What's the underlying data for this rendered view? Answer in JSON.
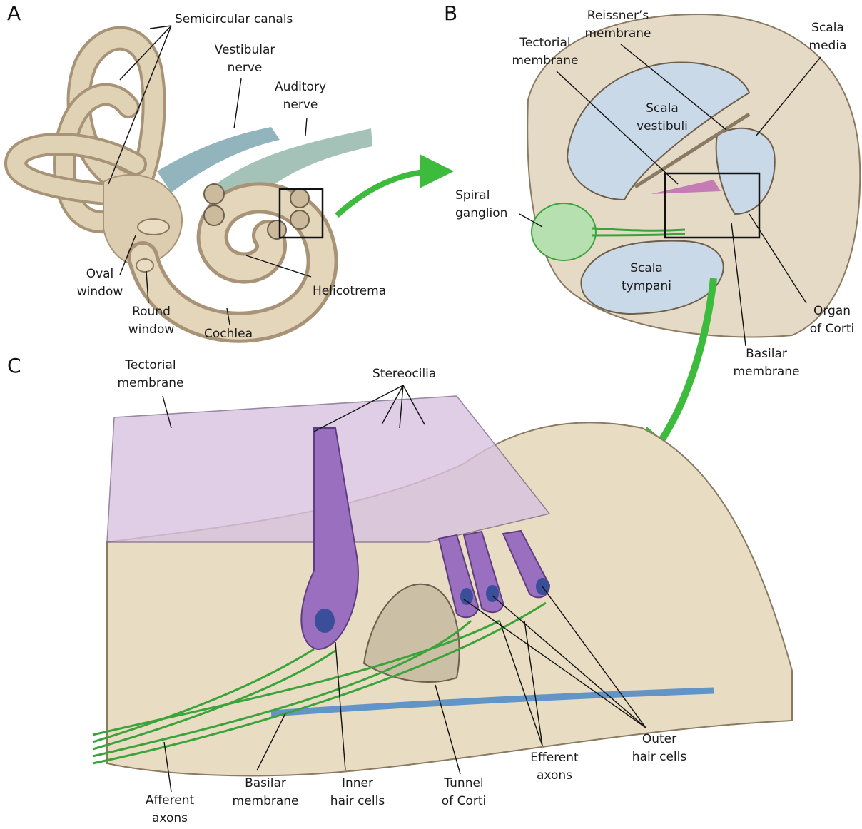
{
  "panels": {
    "a": "A",
    "b": "B",
    "c": "C"
  },
  "panel_a": {
    "semicircular_canals": "Semicircular canals",
    "vestibular_nerve": [
      "Vestibular",
      "nerve"
    ],
    "auditory_nerve": [
      "Auditory",
      "nerve"
    ],
    "oval_window": [
      "Oval",
      "window"
    ],
    "round_window": [
      "Round",
      "window"
    ],
    "cochlea": "Cochlea",
    "helicotrema": "Helicotrema"
  },
  "panel_b": {
    "reissners_membrane": [
      "Reissner’s",
      "membrane"
    ],
    "tectorial_membrane": [
      "Tectorial",
      "membrane"
    ],
    "scala_media": [
      "Scala",
      "media"
    ],
    "scala_vestibuli": [
      "Scala",
      "vestibuli"
    ],
    "spiral_ganglion": [
      "Spiral",
      "ganglion"
    ],
    "scala_tympani": [
      "Scala",
      "tympani"
    ],
    "organ_of_corti": [
      "Organ",
      "of Corti"
    ],
    "basilar_membrane": [
      "Basilar",
      "membrane"
    ]
  },
  "panel_c": {
    "tectorial_membrane": [
      "Tectorial",
      "membrane"
    ],
    "stereocilia": "Stereocilia",
    "outer_hair_cells": [
      "Outer",
      "hair cells"
    ],
    "efferent_axons": [
      "Efferent",
      "axons"
    ],
    "afferent_axons": [
      "Afferent",
      "axons"
    ],
    "basilar_membrane": [
      "Basilar",
      "membrane"
    ],
    "inner_hair_cells": [
      "Inner",
      "hair cells"
    ],
    "tunnel_of_corti": [
      "Tunnel",
      "of Corti"
    ]
  },
  "colors": {
    "bone": "#dccdb0",
    "bone_dark": "#a89377",
    "fluid": "#c9d9e8",
    "nerve_green": "#3aa33a",
    "nerve_teal": "#7fa7b0",
    "arrow_green": "#3dbb3d",
    "hair_cell": "#9b6fbf",
    "nucleus": "#3b4e9a",
    "tectorial": "#d8c3e0",
    "tissue": "#e8dcc2"
  }
}
